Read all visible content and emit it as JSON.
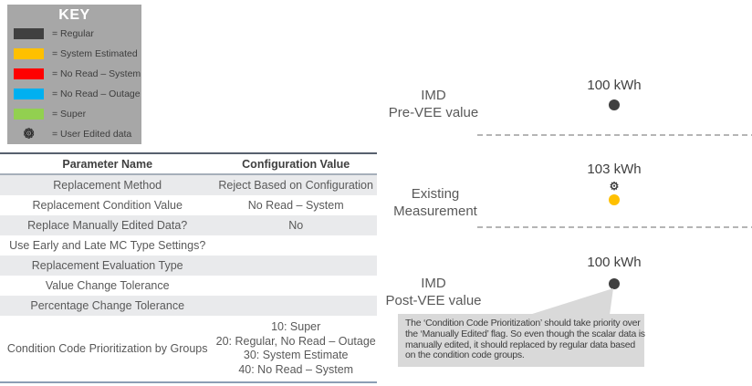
{
  "key": {
    "title": "KEY",
    "items": [
      {
        "label": "= Regular",
        "color": "#404040",
        "type": "swatch"
      },
      {
        "label": "= System Estimated",
        "color": "#FFC000",
        "type": "swatch"
      },
      {
        "label": "= No Read – System",
        "color": "#FF0000",
        "type": "swatch"
      },
      {
        "label": "= No Read – Outage",
        "color": "#00B0F0",
        "type": "swatch"
      },
      {
        "label": "= Super",
        "color": "#92D050",
        "type": "swatch"
      },
      {
        "label": "= User Edited data",
        "icon": "gear-icon",
        "type": "gear"
      }
    ]
  },
  "table": {
    "headers": [
      "Parameter Name",
      "Configuration Value"
    ],
    "rows": [
      {
        "name": "Replacement Method",
        "value": "Reject Based on Configuration"
      },
      {
        "name": "Replacement Condition Value",
        "value": "No Read – System"
      },
      {
        "name": "Replace Manually Edited Data?",
        "value": "No"
      },
      {
        "name": "Use Early and Late MC Type Settings?",
        "value": ""
      },
      {
        "name": "Replacement Evaluation Type",
        "value": ""
      },
      {
        "name": "Value Change Tolerance",
        "value": ""
      },
      {
        "name": "Percentage Change Tolerance",
        "value": ""
      },
      {
        "name": "Condition Code Prioritization by Groups",
        "value_lines": [
          "10: Super",
          "20: Regular, No Read – Outage",
          "30: System Estimate",
          "40: No Read – System"
        ]
      }
    ]
  },
  "diagram": {
    "sections": [
      {
        "label1": "IMD",
        "label2": "Pre-VEE value",
        "value": "100 kWh",
        "marker": "regular",
        "marker_color": "#404040"
      },
      {
        "label1": "Existing",
        "label2": "Measurement",
        "value": "103 kWh",
        "marker": "user-edited-estimated",
        "marker_color": "#FFC000"
      },
      {
        "label1": "IMD",
        "label2": "Post-VEE value",
        "value": "100 kWh",
        "marker": "regular",
        "marker_color": "#404040"
      }
    ],
    "callout_lines": [
      "The ‘Condition Code Prioritization’ should take priority over",
      "the ‘Manually Edited’ flag.  So even though the scalar data is",
      "manually edited, it should replaced by regular data based",
      "on the condition code groups."
    ]
  },
  "colors": {
    "key_background": "#a7a7a7",
    "callout_background": "#d9d9d9",
    "banded_row": "#e9eaec",
    "wedge_fill": "#d9d9d9"
  }
}
